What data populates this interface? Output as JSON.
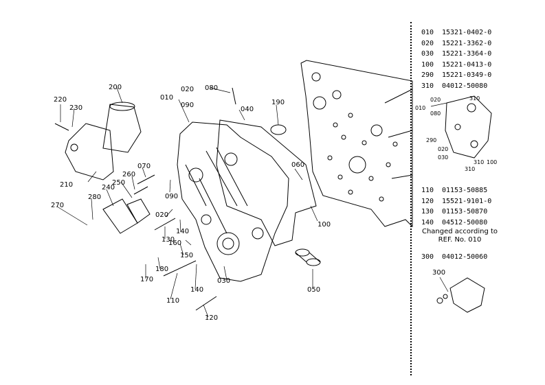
{
  "callouts": {
    "c200": "200",
    "c220": "220",
    "c230": "230",
    "c210": "210",
    "c270": "270",
    "c280": "280",
    "c240": "240",
    "c250": "250",
    "c260": "260",
    "c070": "070",
    "c090a": "090",
    "c010": "010",
    "c020a": "020",
    "c090b": "090",
    "c080": "080",
    "c040": "040",
    "c190": "190",
    "c060": "060",
    "c100": "100",
    "c020b": "020",
    "c130": "130",
    "c140a": "140",
    "c150": "150",
    "c160": "160",
    "c170": "170",
    "c180": "180",
    "c110": "110",
    "c140b": "140",
    "c030": "030",
    "c120": "120",
    "c050": "050",
    "i010": "010",
    "i020": "020",
    "i310a": "310",
    "i080": "080",
    "i290": "290",
    "i020b": "020",
    "i030": "030",
    "i310b": "310",
    "i310c": "310",
    "i100": "100",
    "i300": "300"
  },
  "parts_top": [
    {
      "code": "010",
      "part_no": "15321-0402-0"
    },
    {
      "code": "020",
      "part_no": "15221-3362-0"
    },
    {
      "code": "030",
      "part_no": "15221-3364-0"
    },
    {
      "code": "100",
      "part_no": "15221-0413-0"
    },
    {
      "code": "290",
      "part_no": "15221-0349-0"
    },
    {
      "code": "310",
      "part_no": "04012-50080"
    }
  ],
  "parts_mid": [
    {
      "code": "110",
      "part_no": "01153-50885"
    },
    {
      "code": "120",
      "part_no": "15521-9101-0"
    },
    {
      "code": "130",
      "part_no": "01153-50870"
    },
    {
      "code": "140",
      "part_no": "04512-50080"
    }
  ],
  "note": "Changed according to REF. No. 010",
  "parts_bot": [
    {
      "code": "300",
      "part_no": "04012-50060"
    }
  ]
}
